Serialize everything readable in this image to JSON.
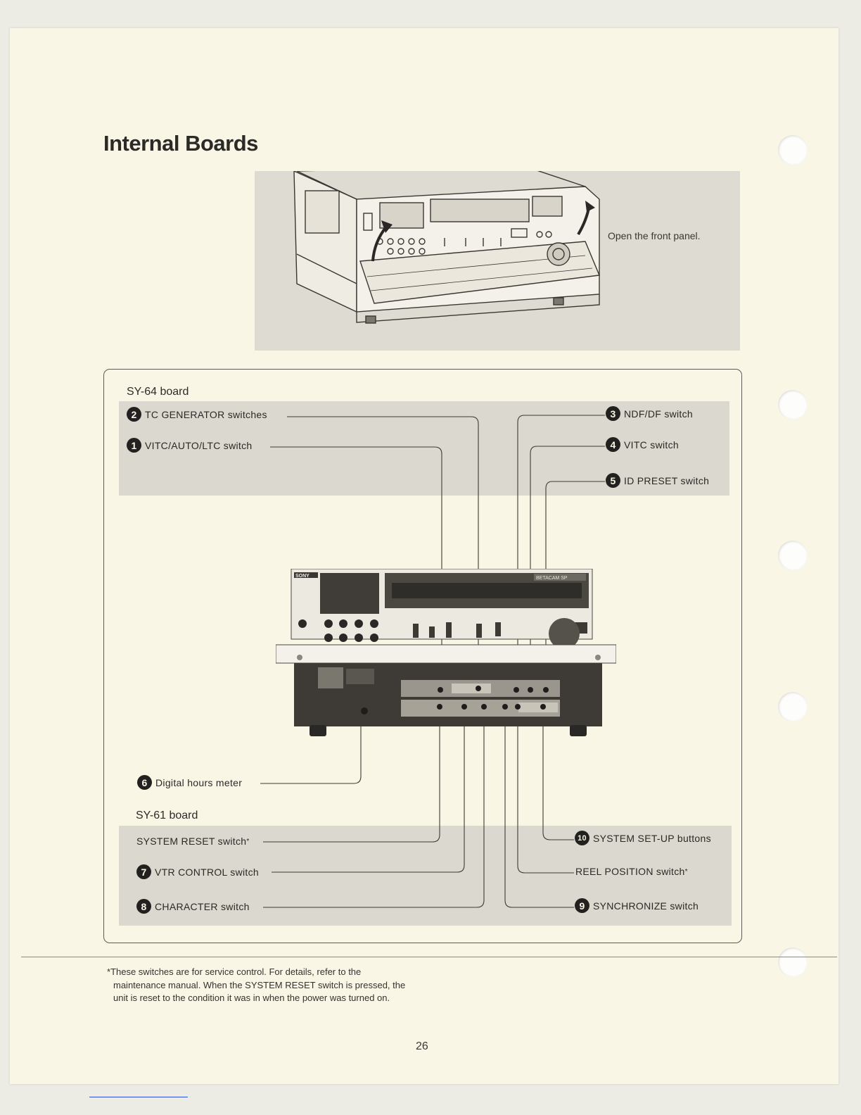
{
  "page": {
    "title": "Internal Boards",
    "page_number": "26"
  },
  "top_photo": {
    "caption": "Open the front panel."
  },
  "sy64": {
    "board_label": "SY-64 board",
    "items": [
      {
        "num": "2",
        "label": "TC GENERATOR switches"
      },
      {
        "num": "1",
        "label": "VITC/AUTO/LTC switch"
      },
      {
        "num": "3",
        "label": "NDF/DF switch"
      },
      {
        "num": "4",
        "label": "VITC switch"
      },
      {
        "num": "5",
        "label": "ID PRESET switch"
      }
    ]
  },
  "hours_meter": {
    "num": "6",
    "label": "Digital hours meter"
  },
  "sy61": {
    "board_label": "SY-61 board",
    "items": [
      {
        "label": "SYSTEM RESET switch",
        "asterisk": "*"
      },
      {
        "num": "7",
        "label": "VTR CONTROL switch"
      },
      {
        "num": "8",
        "label": "CHARACTER switch"
      },
      {
        "num": "10",
        "label": "SYSTEM SET-UP buttons"
      },
      {
        "label": "REEL POSITION switch",
        "asterisk": "*"
      },
      {
        "num": "9",
        "label": "SYNCHRONIZE switch"
      }
    ]
  },
  "footnote": {
    "marker": "*",
    "text": "These switches are for service control. For details, refer to the maintenance manual. When the SYSTEM RESET switch is pressed, the unit is reset to the condition it was in when the power was turned on."
  },
  "device": {
    "brand": "SONY",
    "model": "BETACAM SP"
  }
}
